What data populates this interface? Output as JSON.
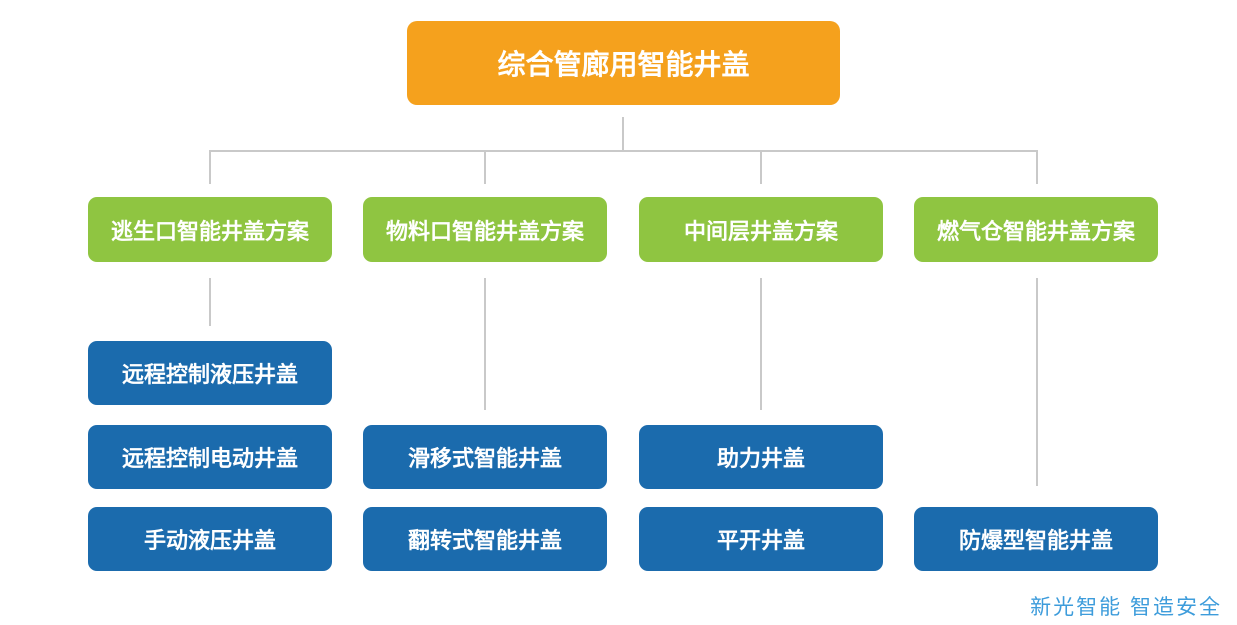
{
  "diagram": {
    "root": {
      "label": "综合管廊用智能井盖"
    },
    "branches": [
      {
        "label": "逃生口智能井盖方案",
        "children": [
          "远程控制液压井盖",
          "远程控制电动井盖",
          "手动液压井盖"
        ]
      },
      {
        "label": "物料口智能井盖方案",
        "children": [
          "滑移式智能井盖",
          "翻转式智能井盖"
        ]
      },
      {
        "label": "中间层井盖方案",
        "children": [
          "助力井盖",
          "平开井盖"
        ]
      },
      {
        "label": "燃气仓智能井盖方案",
        "children": [
          "防爆型智能井盖"
        ]
      }
    ]
  },
  "footer": {
    "tagline": "新光智能 智造安全"
  },
  "colors": {
    "root_box": "#F5A11D",
    "branch_box": "#8FC541",
    "leaf_box": "#1B6BAD",
    "connector": "#C9C9C9",
    "tagline_text": "#3D9CDB",
    "box_text": "#FFFFFF"
  }
}
